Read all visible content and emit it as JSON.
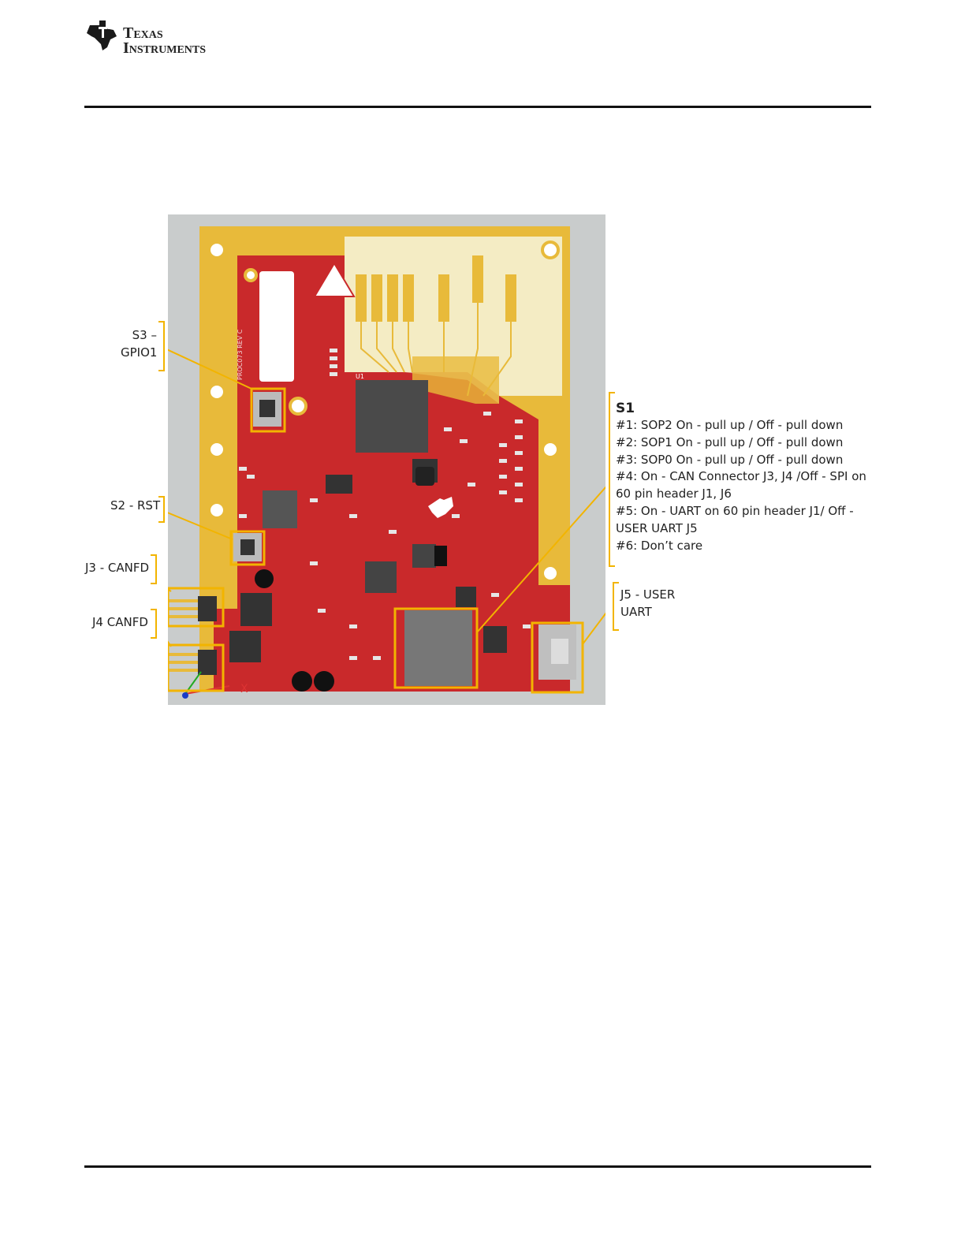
{
  "header": {
    "logo_line1": "Texas",
    "logo_line2": "Instruments"
  },
  "callouts": {
    "s3_line1": "S3 –",
    "s3_line2": "GPIO1",
    "s2": "S2 - RST",
    "j3": "J3 - CANFD",
    "j4": "J4 CANFD",
    "j5_line1": "J5 - USER",
    "j5_line2": "UART"
  },
  "s1": {
    "title": "S1",
    "lines": [
      "#1: SOP2 On - pull up / Off - pull down",
      "#2: SOP1 On - pull up / Off - pull down",
      "#3: SOP0 On - pull up / Off - pull down",
      "#4: On - CAN Connector  J3, J4  /Off - SPI on",
      "60 pin header J1, J6",
      "#5: On - UART on 60 pin header J1/ Off -",
      "USER UART J5",
      "#6: Don’t care"
    ]
  },
  "board": {
    "silk_rev": "PROC073   REV C",
    "silk_u1": "U1",
    "axis_x": "X",
    "colors": {
      "background_gray": "#c9cccc",
      "pcb_gold": "#e8ba3a",
      "pcb_red": "#c9292b",
      "antenna_area": "#f4ecc4",
      "highlight": "#f2b400"
    }
  }
}
